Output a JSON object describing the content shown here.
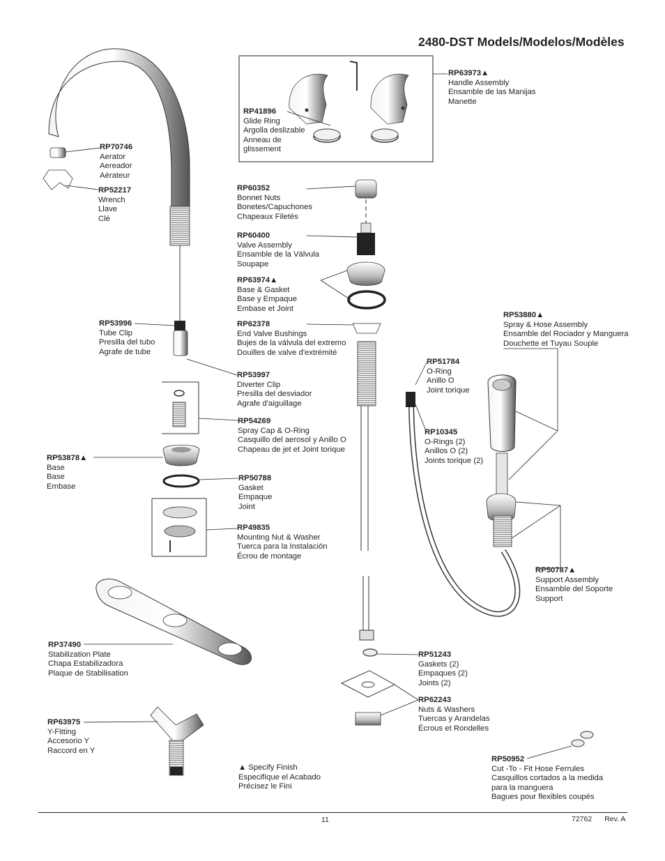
{
  "header": {
    "title": "2480-DST Models/Modelos/Modèles"
  },
  "parts": [
    {
      "id": "rp63973",
      "number": "RP63973▲",
      "lines": [
        "Handle Assembly",
        "Ensamble de las Manijas",
        "Manette"
      ]
    },
    {
      "id": "rp41896",
      "number": "RP41896",
      "lines": [
        "Glide Ring",
        "Argolla deslizable",
        "Anneau de",
        "glissement"
      ]
    },
    {
      "id": "rp70746",
      "number": "RP70746",
      "lines": [
        "Aerator",
        "Aereador",
        "Aérateur"
      ]
    },
    {
      "id": "rp52217",
      "number": "RP52217",
      "lines": [
        "Wrench",
        "Llave",
        "Clé"
      ]
    },
    {
      "id": "rp60352",
      "number": "RP60352",
      "lines": [
        "Bonnet Nuts",
        "Bonetes/Capuchones",
        "Chapeaux Filetés"
      ]
    },
    {
      "id": "rp60400",
      "number": "RP60400",
      "lines": [
        "Valve Assembly",
        "Ensamble de la Válvula",
        "Soupape"
      ]
    },
    {
      "id": "rp63974",
      "number": "RP63974▲",
      "lines": [
        "Base & Gasket",
        "Base y Empaque",
        "Embase et Joint"
      ]
    },
    {
      "id": "rp62378",
      "number": "RP62378",
      "lines": [
        "End Valve Bushings",
        "Bujes de la válvula del extremo",
        "Douilles de valve d'extrémité"
      ]
    },
    {
      "id": "rp53880",
      "number": "RP53880▲",
      "lines": [
        "Spray & Hose Assembly",
        "Ensamble del Rociador y Manguera",
        "Douchette et Tuyau Souple"
      ]
    },
    {
      "id": "rp53996",
      "number": "RP53996",
      "lines": [
        "Tube Clip",
        "Presilla del tubo",
        "Agrafe de tube"
      ]
    },
    {
      "id": "rp51784",
      "number": "RP51784",
      "lines": [
        "O-Ring",
        "Anillo O",
        "Joint torique"
      ]
    },
    {
      "id": "rp53997",
      "number": "RP53997",
      "lines": [
        "Diverter Clip",
        "Presilla del desviador",
        "Agrafe d'aiguillage"
      ]
    },
    {
      "id": "rp54269",
      "number": "RP54269",
      "lines": [
        "Spray Cap & O-Ring",
        "Casquillo del aerosol y Anillo O",
        "Chapeau de jet et Joint torique"
      ]
    },
    {
      "id": "rp10345",
      "number": "RP10345",
      "lines": [
        "O-Rings (2)",
        "Anillos O (2)",
        "Joints torique (2)"
      ]
    },
    {
      "id": "rp53878",
      "number": "RP53878▲",
      "lines": [
        "Base",
        "Base",
        "Embase"
      ]
    },
    {
      "id": "rp50788",
      "number": "RP50788",
      "lines": [
        "Gasket",
        "Empaque",
        "Joint"
      ]
    },
    {
      "id": "rp49835",
      "number": "RP49835",
      "lines": [
        "Mounting Nut & Washer",
        "Tuerca para la Instalación",
        "Écrou de montage"
      ]
    },
    {
      "id": "rp50787",
      "number": "RP50787▲",
      "lines": [
        "Support Assembly",
        "Ensamble del Soporte",
        "Support"
      ]
    },
    {
      "id": "rp37490",
      "number": "RP37490",
      "lines": [
        "Stabilization Plate",
        "Chapa Estabilizadora",
        "Plaque de Stabilisation"
      ]
    },
    {
      "id": "rp51243",
      "number": "RP51243",
      "lines": [
        "Gaskets (2)",
        "Empaques (2)",
        "Joints (2)"
      ]
    },
    {
      "id": "rp62243",
      "number": "RP62243",
      "lines": [
        "Nuts & Washers",
        "Tuercas y Arandelas",
        "Écrous et Rondelles"
      ]
    },
    {
      "id": "rp63975",
      "number": "RP63975",
      "lines": [
        "Y-Fitting",
        "Accesorio Y",
        "Raccord en Y"
      ]
    },
    {
      "id": "rp50952",
      "number": "RP50952",
      "lines": [
        "Cut -To - Fit Hose Ferrules",
        "Casquillos cortados a la medida",
        "para la manguera",
        "Bagues pour flexibles coupés"
      ]
    }
  ],
  "note": {
    "lines": [
      "▲ Specify Finish",
      "Especifíque el Acabado",
      "Précisez le Fini"
    ]
  },
  "footer": {
    "page": "11",
    "doc": "72762",
    "rev": "Rev. A"
  }
}
